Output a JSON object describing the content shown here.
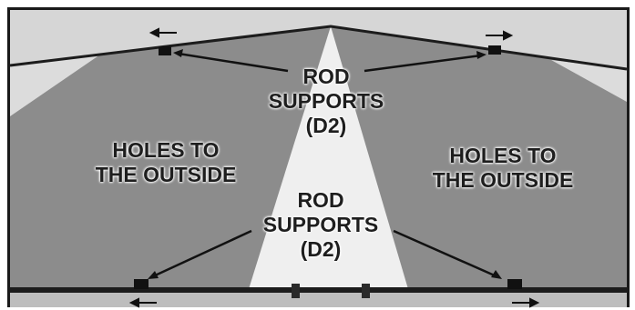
{
  "labels": {
    "rod_supports_top": {
      "line1": "ROD",
      "line2": "SUPPORTS",
      "line3": "(D2)"
    },
    "rod_supports_bottom": {
      "line1": "ROD",
      "line2": "SUPPORTS",
      "line3": "(D2)"
    },
    "holes_left": {
      "line1": "HOLES TO",
      "line2": "THE OUTSIDE"
    },
    "holes_right": {
      "line1": "HOLES TO",
      "line2": "THE OUTSIDE"
    }
  },
  "colors": {
    "frame": "#1a1a1a",
    "wing_surface": "#8a8a8a",
    "light_center": "#efefef",
    "label_text": "#1e1e1e"
  }
}
